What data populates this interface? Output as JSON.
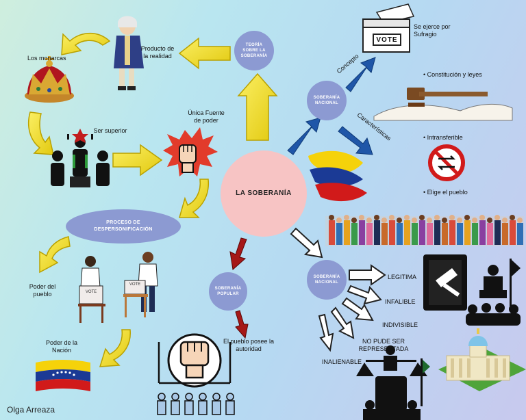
{
  "center": "LA SOBERANÍA",
  "nodes": {
    "teoria": "TEORÍA SOBRE LA SOBERANÍA",
    "nacional_top": "SOBERANÍA NACIONAL",
    "nacional_bottom": "SOBERANÍA NACIONAL",
    "popular": "SOBERANÍA POPULAR",
    "proceso": "PROCESO DE DESPERSONIFICACIÓN"
  },
  "labels": {
    "producto": "Producto de la realidad",
    "monarcas": "Los monarcas",
    "ser_superior": "Ser superior",
    "unica_fuente": "Única Fuente de poder",
    "poder_pueblo": "Poder del pueblo",
    "poder_nacion": "Poder de la Nación",
    "pueblo_autoridad": "El pueblo posee la autoridad",
    "sufragio": "Se ejerce por Sufragio",
    "concepto": "Concepto",
    "caracteristicas": "Características",
    "constitucion": "Constitución y leyes",
    "intransferible": "Intransferible",
    "elige": "Elige el pueblo",
    "legitima": "LEGITIMA",
    "infalible": "INFALIBLE",
    "indivisible": "INDIVISIBLE",
    "no_representada": "NO PUDE SER REPRESENTADA",
    "inalienable": "INALIENABLE",
    "vote": "VOTE",
    "vote_small": "VOTE"
  },
  "author": "Olga Arreaza",
  "colors": {
    "center": "#f7c4c4",
    "node": "#8c9ad2",
    "yellow_arrow": "#f5e130",
    "blue_arrow": "#1f56a8",
    "red_arrow": "#a51818"
  }
}
